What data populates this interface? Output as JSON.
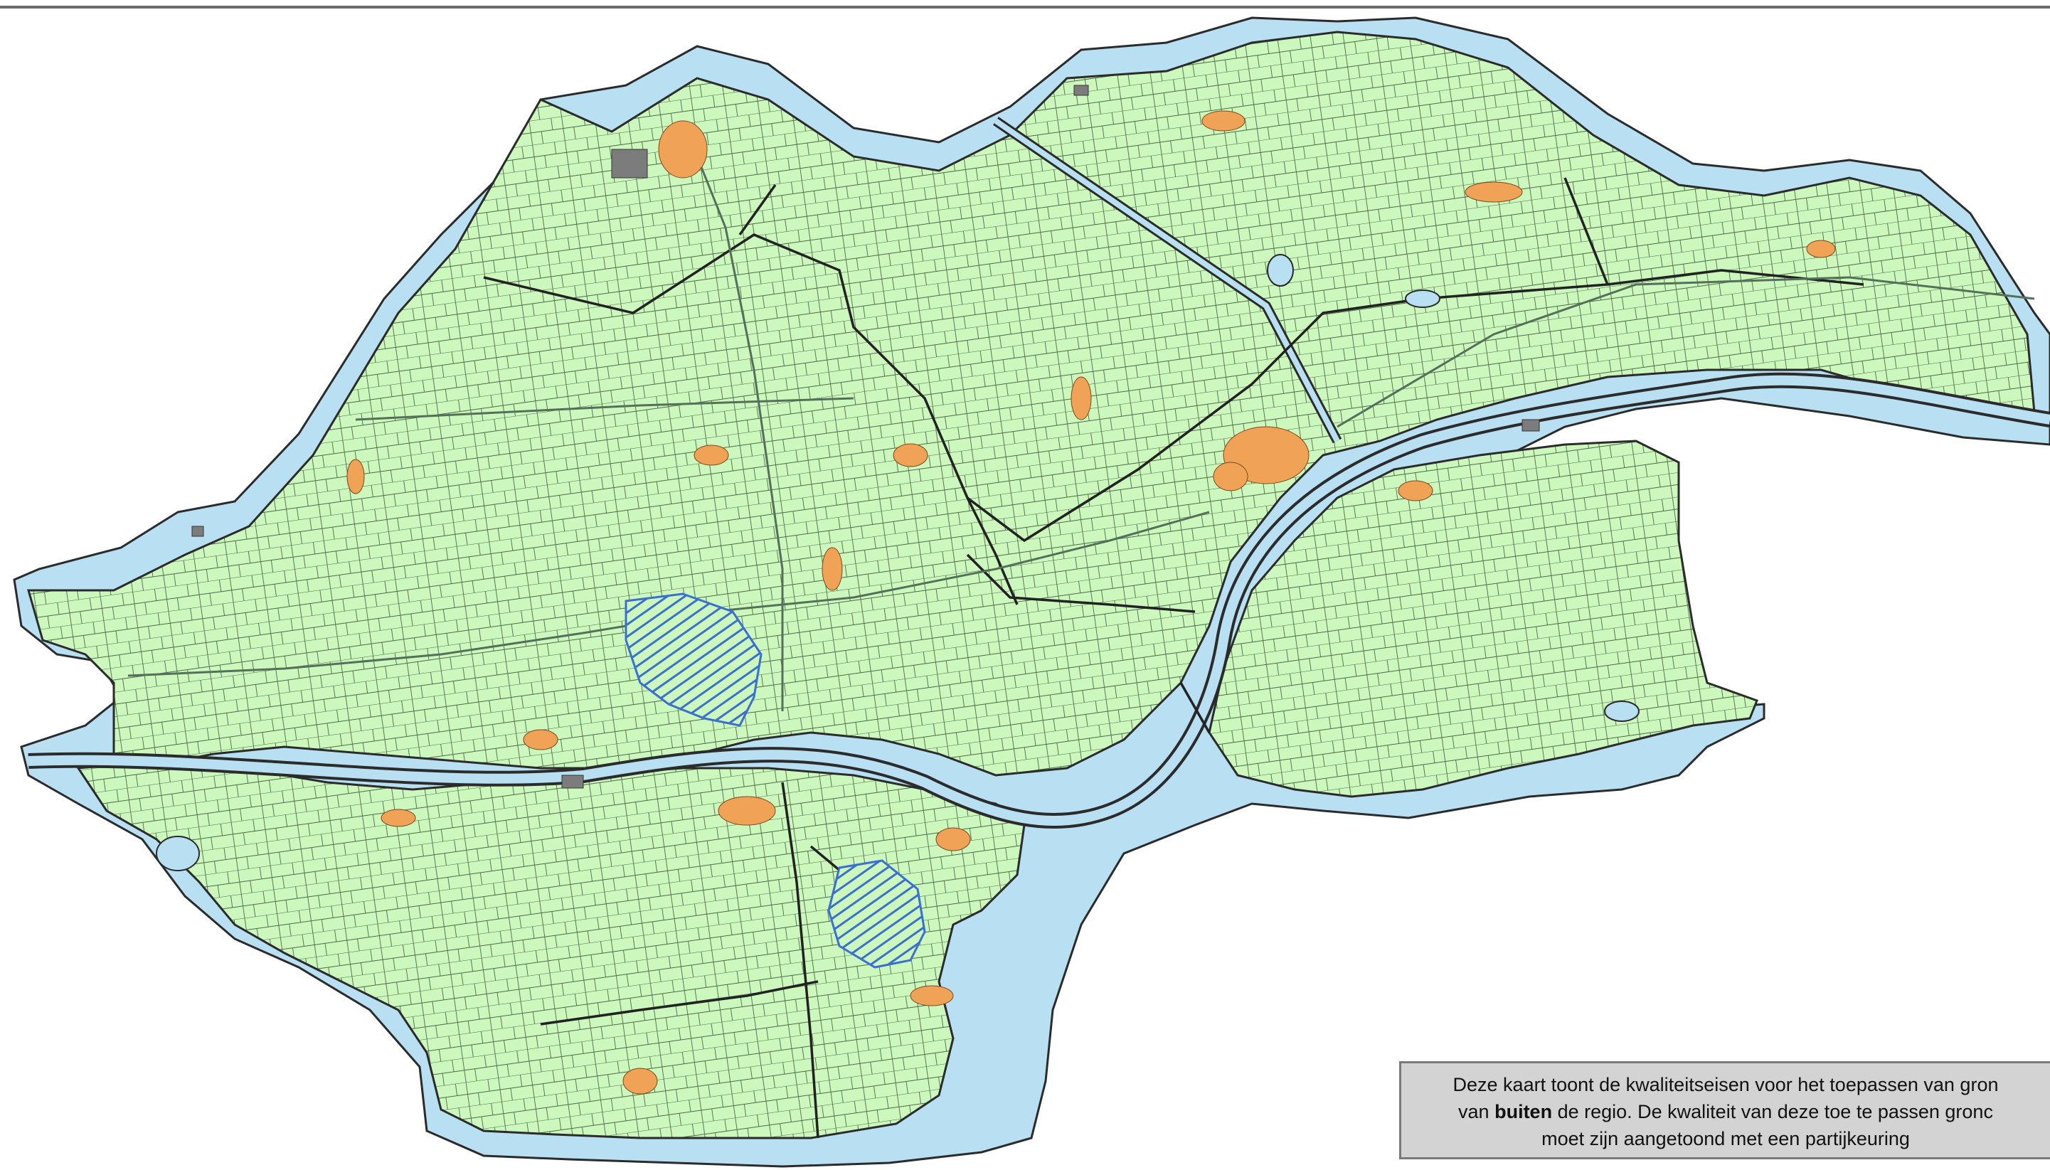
{
  "colors": {
    "land": "#cdf8bd",
    "water": "#b9dff2",
    "urban": "#f0a356",
    "boundary": "#2b2b2b",
    "parcel_line": "#4d6a49",
    "hatch": "#3a6fd4",
    "note_bg": "#d3d3d3"
  },
  "note": {
    "line1": "Deze kaart toont de kwaliteitseisen voor het toepassen van gron",
    "line2_pre": "van ",
    "line2_bold": "buiten",
    "line2_post": " de regio. De kwaliteit van deze toe te passen gronc",
    "line3": "moet zijn aangetoond met een partijkeuring"
  }
}
